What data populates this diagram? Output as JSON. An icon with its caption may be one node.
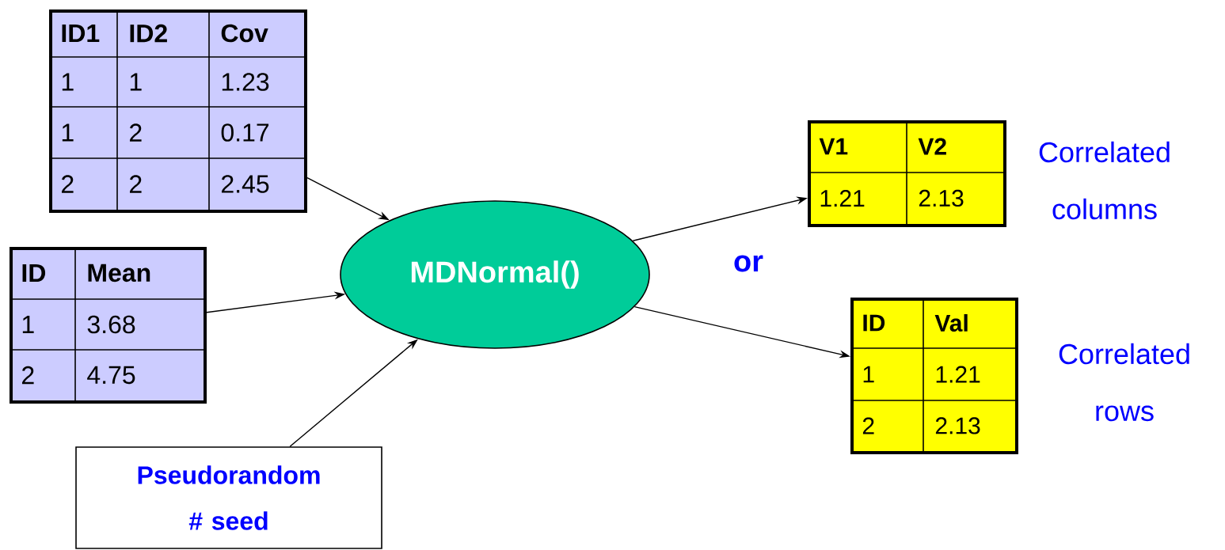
{
  "diagram": {
    "nodes": [
      {
        "text": [
          "ID1",
          "ID2",
          "Cov",
          "1",
          "1",
          "1.23",
          "1",
          "2",
          "0.17",
          "2",
          "2",
          "2.45"
        ]
      },
      {
        "text": [
          "ID",
          "Mean",
          "1",
          "3.68",
          "2",
          "4.75"
        ]
      },
      {
        "text": [
          "Pseudorandom # seed"
        ]
      },
      {
        "text": [
          "MDNormal()"
        ]
      },
      {
        "text": [
          "V1",
          "V2",
          "1.21",
          "2.13"
        ],
        "beside": [
          "Correlated columns"
        ]
      },
      {
        "text": [
          "ID",
          "Val",
          "1",
          "1.21",
          "2",
          "2.13"
        ],
        "beside": [
          "Correlated rows"
        ]
      }
    ],
    "edges": [
      {
        "from": 0,
        "to": 3,
        "arrow": "to"
      },
      {
        "from": 1,
        "to": 3,
        "arrow": "to"
      },
      {
        "from": 2,
        "to": 3,
        "arrow": "to"
      },
      {
        "from": 3,
        "to": 4,
        "arrow": "to"
      },
      {
        "from": 3,
        "to": 5,
        "arrow": "to"
      }
    ],
    "labels": [
      "or"
    ]
  }
}
